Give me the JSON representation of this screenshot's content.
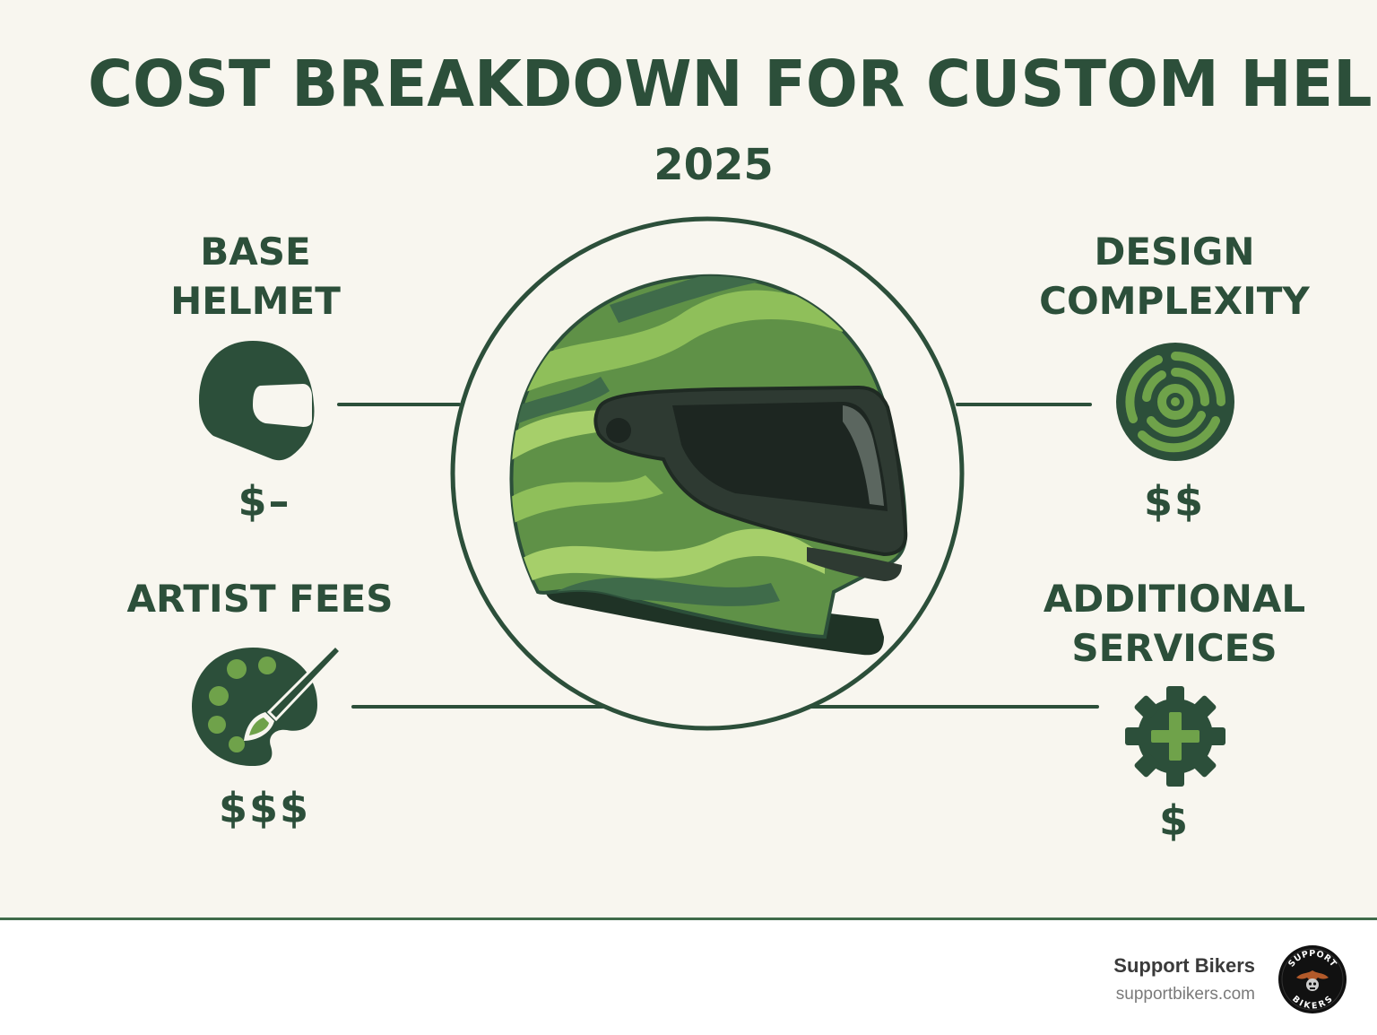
{
  "poster": {
    "title": "COST BREAKDOWN FOR CUSTOM HELMET",
    "subtitle": "2025",
    "factors": [
      {
        "label_lines": [
          "BASE",
          "HELMET"
        ],
        "price": "$–",
        "icon": "helmet-icon"
      },
      {
        "label_lines": [
          "DESIGN",
          "COMPLEXITY"
        ],
        "price": "$$",
        "icon": "maze-icon"
      },
      {
        "label_lines": [
          "ARTIST FEES"
        ],
        "price": "$$$",
        "icon": "palette-brush-icon"
      },
      {
        "label_lines": [
          "ADDITIONAL",
          "SERVICES"
        ],
        "price": "$",
        "icon": "gear-plus-icon"
      }
    ],
    "center_image": "green-helmet-illustration"
  },
  "footer": {
    "brand_name": "Support Bikers",
    "brand_url": "supportbikers.com",
    "logo_text_top": "SUPPORT",
    "logo_text_bottom": "BIKERS"
  },
  "colors": {
    "primary_dark_green": "#2c4f3a",
    "background_cream": "#f8f6ef",
    "light_green": "#8fbf5a",
    "mid_green": "#5f9147"
  }
}
